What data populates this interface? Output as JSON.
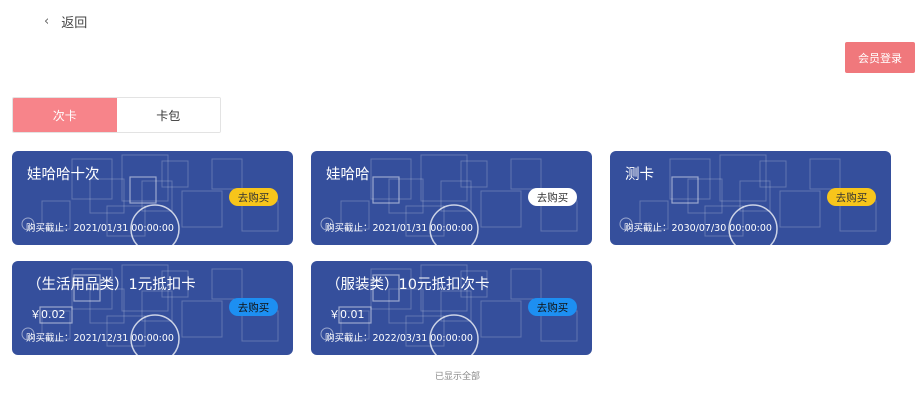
{
  "header": {
    "back_label": "返回",
    "login_label": "会员登录"
  },
  "tabs": [
    {
      "label": "次卡",
      "active": true
    },
    {
      "label": "卡包",
      "active": false
    }
  ],
  "cards": [
    {
      "title": "娃哈哈十次",
      "price": "",
      "deadline": "购买截止：2021/01/31 00:00:00",
      "buy_label": "去购买",
      "buy_color": "#f7c51b"
    },
    {
      "title": "娃哈哈",
      "price": "",
      "deadline": "购买截止：2021/01/31 00:00:00",
      "buy_label": "去购买",
      "buy_color": "#ffffff"
    },
    {
      "title": "测卡",
      "price": "",
      "deadline": "购买截止：2030/07/30 00:00:00",
      "buy_label": "去购买",
      "buy_color": "#f7c51b"
    },
    {
      "title": "（生活用品类）1元抵扣卡",
      "price": "￥0.02",
      "deadline": "购买截止：2021/12/31 00:00:00",
      "buy_label": "去购买",
      "buy_color": "#1d8ff2"
    },
    {
      "title": "（服装类）10元抵扣次卡",
      "price": "￥0.01",
      "deadline": "购买截止：2022/03/31 00:00:00",
      "buy_label": "去购买",
      "buy_color": "#1d8ff2"
    }
  ],
  "footer": {
    "all_loaded": "已显示全部"
  },
  "colors": {
    "card_bg": "#354f9c",
    "accent": "#f7848a",
    "login_bg": "#f0787c"
  }
}
